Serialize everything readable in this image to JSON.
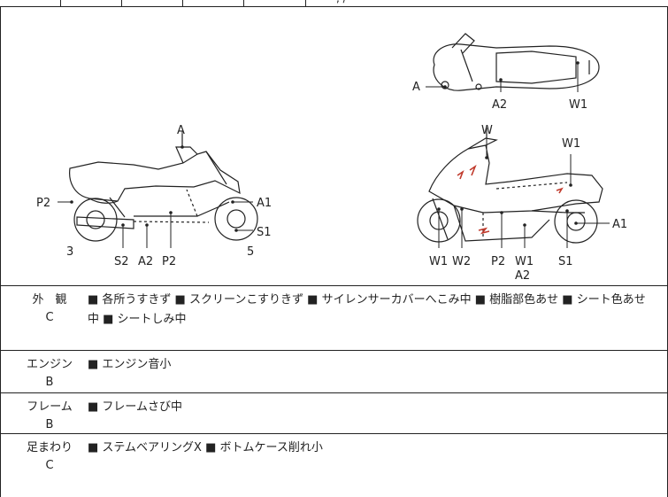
{
  "top_text": ", /",
  "diagram": {
    "labels": {
      "left_A": "A",
      "left_P2_left": "P2",
      "left_A1": "A1",
      "left_S1": "S1",
      "left_3": "3",
      "left_S2": "S2",
      "left_A2": "A2",
      "left_P2_bottom": "P2",
      "left_5": "5",
      "top_A": "A",
      "top_A2": "A2",
      "top_W1": "W1",
      "right_W": "W",
      "right_W1_top": "W1",
      "right_A1": "A1",
      "right_W1_bottom": "W1",
      "right_W2": "W2",
      "right_P2": "P2",
      "right_W1_mid": "W1",
      "right_A2": "A2",
      "right_S1": "S1"
    }
  },
  "inspection": [
    {
      "category": "外　観",
      "grade": "C",
      "items": "■ 各所うすきず ■ スクリーンこすりきず ■ サイレンサーカバーへこみ中 ■ 樹脂部色あせ ■ シート色あせ中 ■ シートしみ中"
    },
    {
      "category": "エンジン",
      "grade": "B",
      "items": "■ エンジン音小"
    },
    {
      "category": "フレーム",
      "grade": "B",
      "items": "■ フレームさび中"
    },
    {
      "category": "足まわり",
      "grade": "C",
      "items": "■ ステムベアリングX ■ ボトムケース削れ小"
    }
  ],
  "colors": {
    "line": "#222222",
    "mark": "#c0392b"
  }
}
